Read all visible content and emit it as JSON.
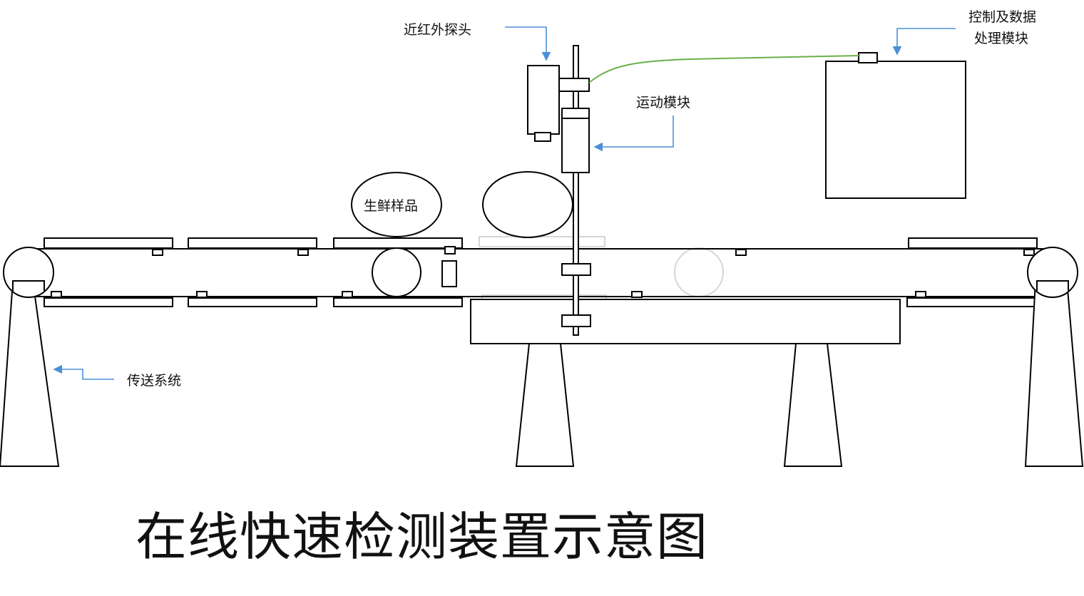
{
  "labels": {
    "nir_probe": "近红外探头",
    "control_module": [
      "控制及数据",
      "处理模块"
    ],
    "motion_module": "运动模块",
    "sample": "生鲜样品",
    "conveyor": "传送系统"
  },
  "caption": "在线快速检测装置示意图",
  "colors": {
    "line": "#000000",
    "leader": "#4a90d9",
    "cable": "#6ab04c"
  }
}
